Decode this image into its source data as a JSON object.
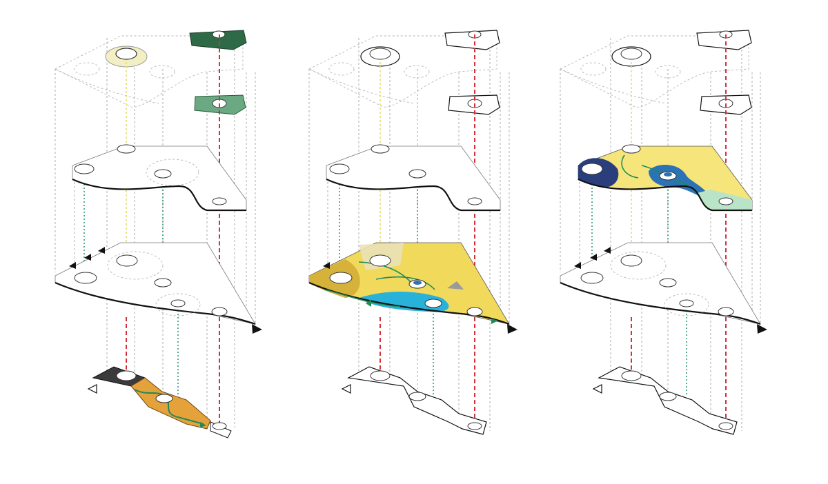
{
  "diagram": {
    "panels": [
      {
        "id": "panel-1",
        "highlights": [
          "roof-terraces",
          "ground-floor-route"
        ],
        "colors": {
          "roof_upper": "#2e6a45",
          "roof_lower": "#6aa982",
          "ground": "#e5a23a",
          "ground_dark": "#3b3b3b",
          "route": "#1f8a5a",
          "core_ring": "#f2efc4"
        }
      },
      {
        "id": "panel-2",
        "highlights": [
          "second-floor-zones"
        ],
        "colors": {
          "zone_a": "#f1d95b",
          "zone_b": "#d6b23a",
          "zone_c": "#29b2d9",
          "route": "#1f8a5a"
        }
      },
      {
        "id": "panel-3",
        "highlights": [
          "third-floor-zones"
        ],
        "colors": {
          "zone_a": "#f5e57a",
          "zone_b": "#2a3e7c",
          "zone_c": "#2c73b6",
          "zone_d": "#b9e4c8",
          "route": "#1f8a5a"
        }
      }
    ],
    "lines": {
      "red_core": "#d6303a",
      "green_core": "#2f9a76",
      "yellow_core": "#e9e27a",
      "grid": "#999999"
    }
  }
}
